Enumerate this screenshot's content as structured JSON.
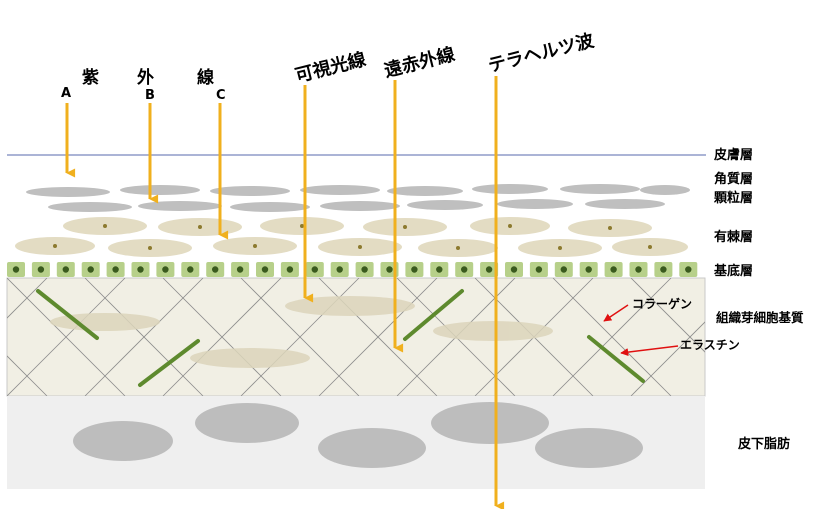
{
  "uv": {
    "title_chars": [
      "紫",
      "外",
      "線"
    ],
    "bands": [
      "A",
      "B",
      "C"
    ]
  },
  "rays": {
    "visible": "可視光線",
    "far_infrared": "遠赤外線",
    "terahertz": "テラヘルツ波"
  },
  "layers": {
    "skin": "皮膚層",
    "stratum_corneum": "角質層",
    "granular": "顆粒層",
    "spinous": "有棘層",
    "basal": "基底層",
    "dermis": "組織芽細胞基質",
    "subcutaneous": "皮下脂肪"
  },
  "fibers": {
    "collagen": "コラーゲン",
    "elastin": "エラスチン"
  },
  "colors": {
    "ray": "#F0B01E",
    "surface_line": "#8F9CC8",
    "basal_cell": "#B7D08A",
    "basal_nucleus": "#3A5A1E",
    "dermis": "#F1EFE4",
    "elastin_fiber": "#5E8A2E",
    "fat": "#BDBDBD",
    "pointer": "#E01010"
  }
}
